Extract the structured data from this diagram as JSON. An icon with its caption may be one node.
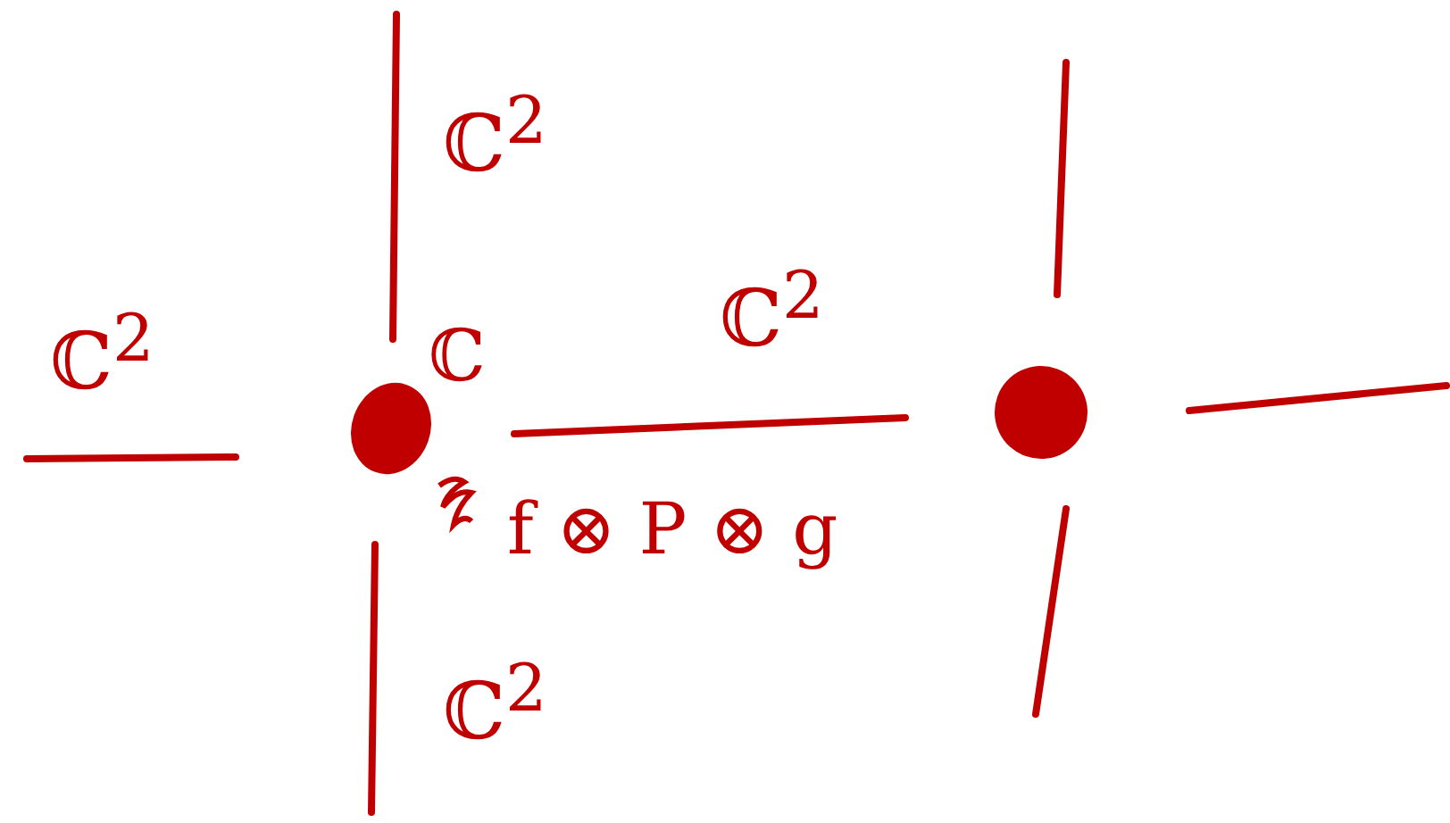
{
  "diagram": {
    "nodes": [
      {
        "text": [],
        "shape": "circle"
      },
      {
        "text": [],
        "shape": "circle"
      }
    ],
    "labels": [
      "ℂ$^{2}$",
      "ℂ$^{2}$",
      "ℂ$^{2}$",
      "ℂ",
      "f ⊗ P ⊗ g",
      "ℂ$^{2}$"
    ]
  }
}
